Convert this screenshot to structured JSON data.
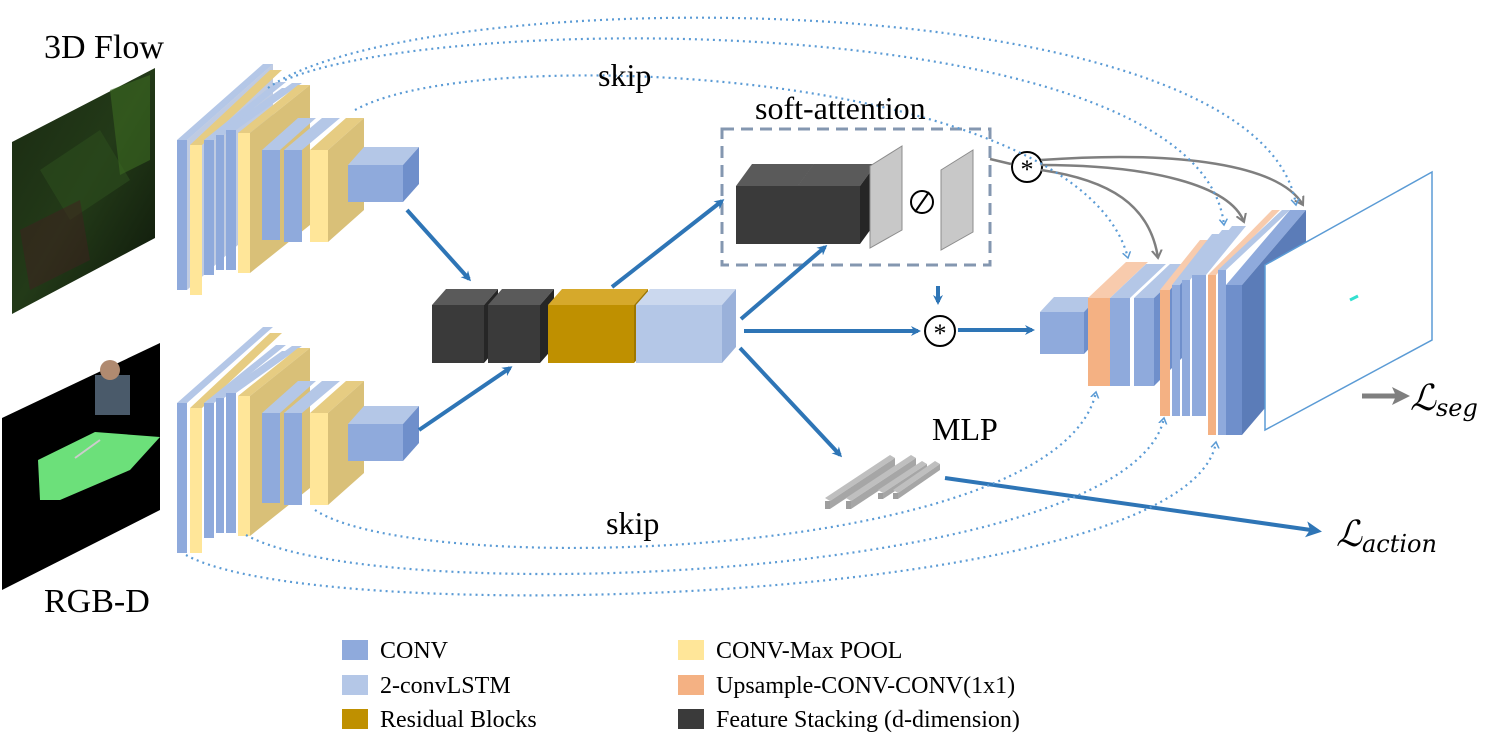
{
  "labels": {
    "flow_input": "3D Flow",
    "rgbd_input": "RGB-D",
    "skip_top": "skip",
    "skip_bottom": "skip",
    "soft_attention": "soft-attention",
    "mlp": "MLP",
    "multiply_symbol": "*",
    "divide_symbol": "∕"
  },
  "outputs": {
    "seg": {
      "script": "ℒ",
      "sub": "seg"
    },
    "action": {
      "script": "ℒ",
      "sub": "action"
    }
  },
  "legend": [
    {
      "label": "CONV",
      "color": "#8FAADC"
    },
    {
      "label": "2-convLSTM",
      "color": "#B4C7E7"
    },
    {
      "label": "Residual Blocks",
      "color": "#BF9000"
    },
    {
      "label": "CONV-Max POOL",
      "color": "#FFE699"
    },
    {
      "label": "Upsample-CONV-CONV(1x1)",
      "color": "#F4B183"
    },
    {
      "label": "Feature Stacking (d-dimension)",
      "color": "#3A3A3A"
    }
  ],
  "colors": {
    "arrow": "#2E75B6",
    "skip": "#5B9BD5",
    "attention_border": "#8497B0",
    "gray_arrow": "#7F7F7F"
  }
}
